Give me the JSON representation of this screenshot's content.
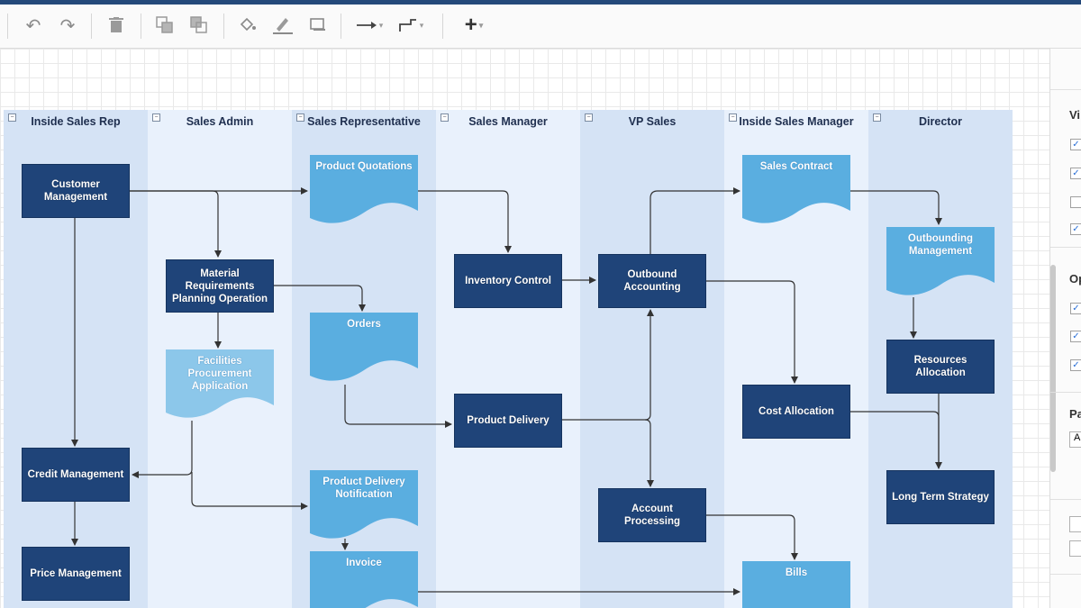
{
  "toolbar": {
    "undo_icon": "↶",
    "redo_icon": "↷",
    "delete_icon": "🗑",
    "to_front_icon": "▣",
    "to_back_icon": "⧉",
    "fill_icon": "⬙",
    "line_icon": "✎",
    "shadow_icon": "▭",
    "connection_icon": "→",
    "waypoints_icon": "⌐",
    "insert_icon": "+",
    "caret": "▾"
  },
  "lanes": [
    {
      "title": "Inside Sales Rep"
    },
    {
      "title": "Sales Admin"
    },
    {
      "title": "Sales Representative"
    },
    {
      "title": "Sales Manager"
    },
    {
      "title": "VP Sales"
    },
    {
      "title": "Inside Sales Manager"
    },
    {
      "title": "Director"
    }
  ],
  "processes": {
    "customer_management": "Customer Management",
    "material_requirements": "Material Requirements Planning Operation",
    "credit_management": "Credit Management",
    "price_management": "Price Management",
    "inventory_control": "Inventory Control",
    "product_delivery": "Product Delivery",
    "outbound_accounting": "Outbound Accounting",
    "account_processing": "Account Processing",
    "cost_allocation": "Cost Allocation",
    "resources_allocation": "Resources Allocation",
    "long_term_strategy": "Long Term Strategy"
  },
  "documents": {
    "product_quotations": "Product Quotations",
    "orders": "Orders",
    "facilities_procurement": "Facilities Procurement Application",
    "product_delivery_notification": "Product Delivery Notification",
    "invoice": "Invoice",
    "sales_contract": "Sales Contract",
    "outbounding_management": "Outbounding Management",
    "bills": "Bills"
  },
  "panel": {
    "section1_head": "Vi",
    "section2_head": "Op",
    "section3_head": "Pa",
    "input_value": "A",
    "check_mark": "✓"
  },
  "colors": {
    "process_fill": "#1f4479",
    "document_fill": "#5aaee0",
    "lane_dark": "#d5e3f5",
    "lane_light": "#e9f1fc",
    "connector": "#333333"
  }
}
